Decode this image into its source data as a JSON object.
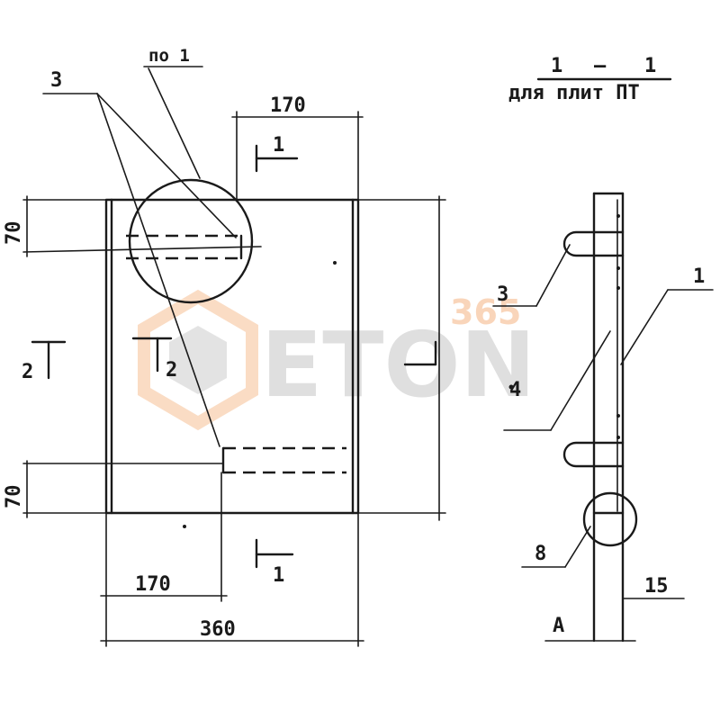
{
  "title": {
    "section_left": "1",
    "section_dash": "—",
    "section_right": "1",
    "subtitle": "для плит ПТ"
  },
  "callouts": {
    "po1": "по 1",
    "item3_top": "3",
    "item3_right": "3",
    "item1": "1",
    "item4": "4",
    "item8": "8"
  },
  "section_marks": {
    "top": "1",
    "bottom": "1",
    "left": "2",
    "center": "2",
    "view": "A"
  },
  "dimensions": {
    "top_width": "170",
    "left_top_height": "70",
    "left_bottom_height": "70",
    "bottom_partial": "170",
    "bottom_total": "360",
    "side_offset": "15"
  },
  "watermark": {
    "brand": "ETON",
    "number": "365",
    "colors": {
      "orange": "#f08a3c",
      "gray": "#8e8e8e"
    }
  }
}
